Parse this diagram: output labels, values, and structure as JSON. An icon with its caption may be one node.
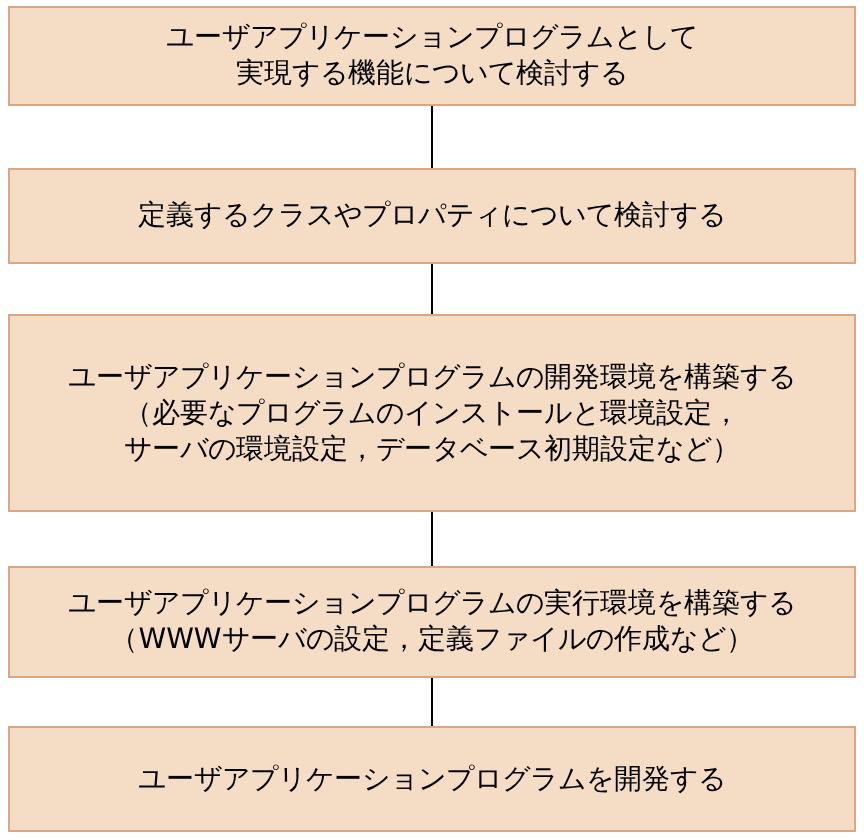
{
  "diagram": {
    "nodes": [
      {
        "text": [
          "ユーザアプリケーションプログラムとして実現する機能について検討する"
        ]
      },
      {
        "text": [
          "定義するクラスやプロパティについて検討する"
        ]
      },
      {
        "text": [
          "ユーザアプリケーションプログラムの開発環境を構築する",
          "（必要なプログラムのインストールと環境設定，サーバの環境設定，データベース初期設定など）"
        ]
      },
      {
        "text": [
          "ユーザアプリケーションプログラムの実行環境を構築する",
          "（WWWサーバの設定，定義ファイルの作成など）"
        ]
      },
      {
        "text": [
          "ユーザアプリケーションプログラムを開発する"
        ]
      }
    ],
    "edges": [
      {
        "from": 0,
        "to": 1,
        "arrow": "none"
      },
      {
        "from": 1,
        "to": 2,
        "arrow": "none"
      },
      {
        "from": 2,
        "to": 3,
        "arrow": "none"
      },
      {
        "from": 3,
        "to": 4,
        "arrow": "none"
      }
    ]
  }
}
